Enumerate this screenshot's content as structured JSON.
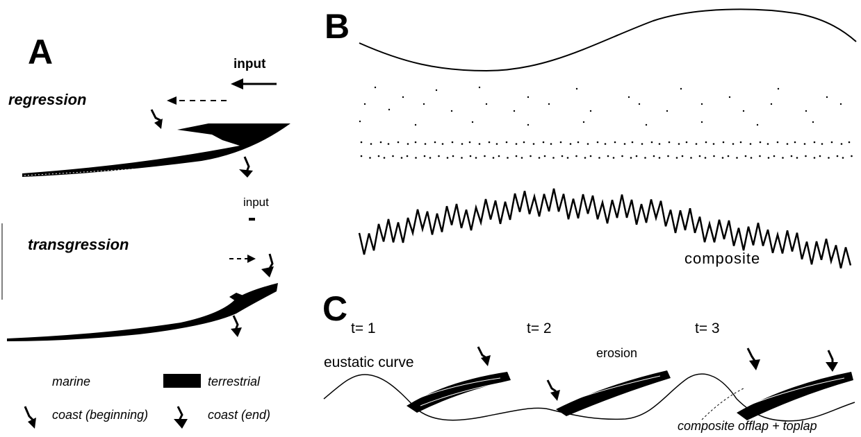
{
  "panels": {
    "a": "A",
    "b": "B",
    "c": "C"
  },
  "panel_a": {
    "regression_label": "regression",
    "input_label_top": "input",
    "input_label_mid": "input",
    "transgression_label": "transgression",
    "legend": {
      "marine": "marine",
      "terrestrial": "terrestrial",
      "coast_beginning": "coast (beginning)",
      "coast_end": "coast (end)"
    },
    "colors": {
      "terrestrial_fill": "#000000",
      "marine_fill": "#ffffff"
    }
  },
  "panel_b": {
    "composite_label": "composite"
  },
  "panel_c": {
    "steps": [
      "t= 1",
      "t= 2",
      "t= 3"
    ],
    "eustatic_label": "eustatic curve",
    "erosion_label": "erosion",
    "offlap_label": "composite offlap + toplap"
  }
}
